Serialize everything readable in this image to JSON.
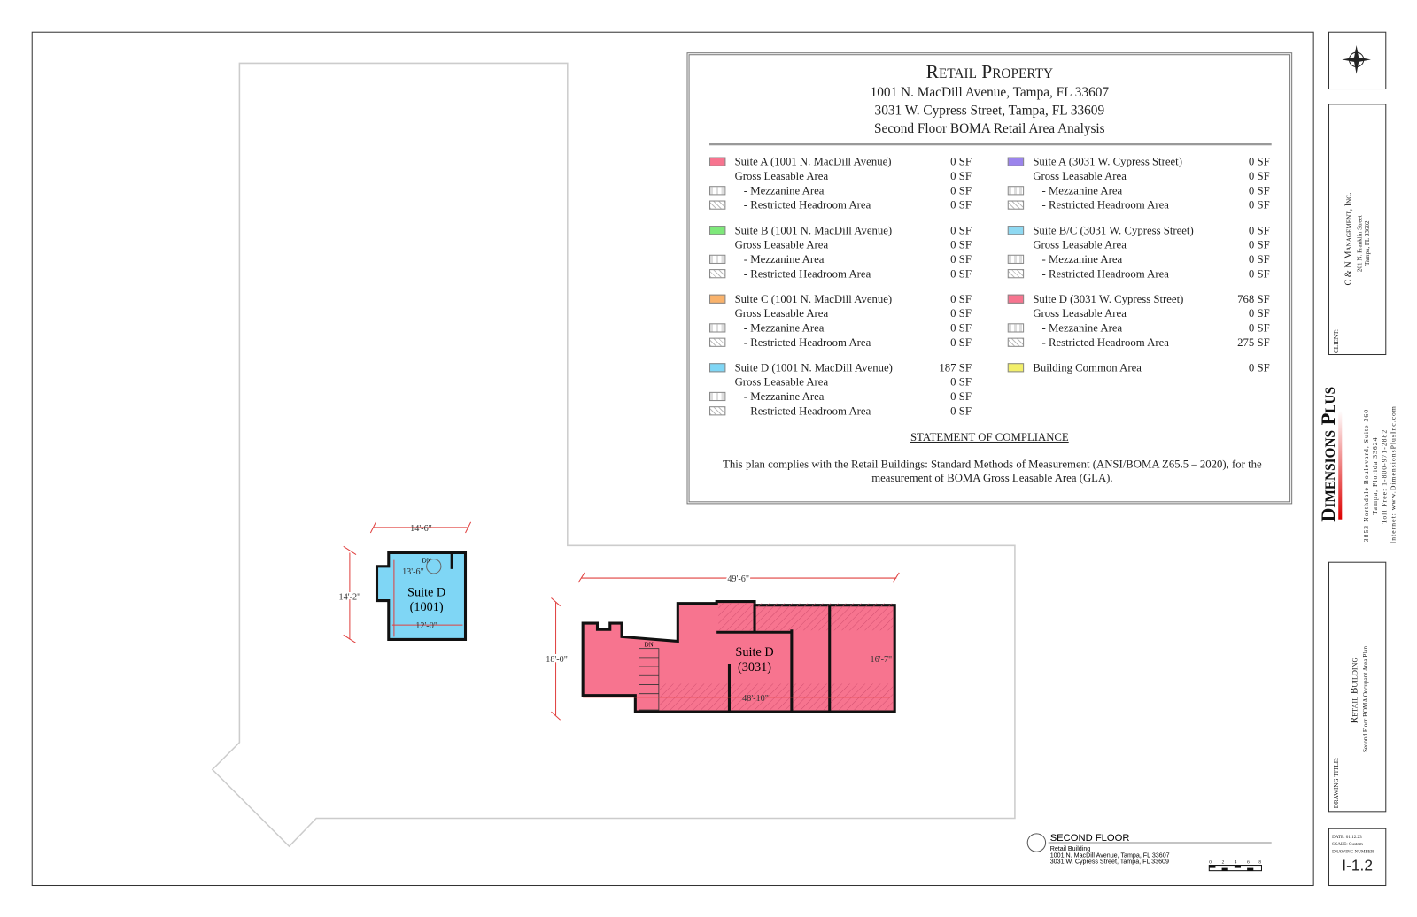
{
  "legend": {
    "title": "Retail Property",
    "address1": "1001 N. MacDill Avenue, Tampa, FL  33607",
    "address2": "3031 W. Cypress Street, Tampa, FL  33609",
    "subtitle": "Second Floor BOMA Retail Area Analysis",
    "columns": [
      [
        {
          "suite": "Suite A (1001 N. MacDill Avenue)",
          "suite_value": "0 SF",
          "color": "#f7748f",
          "gla": "0 SF",
          "mezz": "0 SF",
          "restricted": "0 SF"
        },
        {
          "suite": "Suite B (1001 N. MacDill Avenue)",
          "suite_value": "0 SF",
          "color": "#7ee87a",
          "gla": "0 SF",
          "mezz": "0 SF",
          "restricted": "0 SF"
        },
        {
          "suite": "Suite C (1001 N. MacDill Avenue)",
          "suite_value": "0 SF",
          "color": "#f9b26b",
          "gla": "0 SF",
          "mezz": "0 SF",
          "restricted": "0 SF"
        },
        {
          "suite": "Suite D (1001 N. MacDill Avenue)",
          "suite_value": "187 SF",
          "color": "#7fd6f5",
          "gla": "0 SF",
          "mezz": "0 SF",
          "restricted": "0 SF"
        }
      ],
      [
        {
          "suite": "Suite A (3031 W. Cypress Street)",
          "suite_value": "0 SF",
          "color": "#9b84ec",
          "gla": "0 SF",
          "mezz": "0 SF",
          "restricted": "0 SF"
        },
        {
          "suite": "Suite B/C (3031 W. Cypress Street)",
          "suite_value": "0 SF",
          "color": "#8fd9f2",
          "gla": "0 SF",
          "mezz": "0 SF",
          "restricted": "0 SF"
        },
        {
          "suite": "Suite D (3031 W. Cypress Street)",
          "suite_value": "768 SF",
          "color": "#f7748f",
          "gla": "0 SF",
          "mezz": "0 SF",
          "restricted": "275 SF"
        },
        {
          "suite": "Building Common Area",
          "suite_value": "0 SF",
          "color": "#f2ef6a"
        }
      ]
    ],
    "row_labels": {
      "gla": "Gross Leasable Area",
      "mezz": "-  Mezzanine Area",
      "restricted": "-  Restricted Headroom Area"
    },
    "compliance_heading": "STATEMENT OF COMPLIANCE",
    "compliance_text": "This plan complies with the Retail Buildings: Standard Methods of Measurement (ANSI/BOMA Z65.5 – 2020), for the measurement of BOMA Gross Leasable Area (GLA)."
  },
  "plan": {
    "suite_1001": {
      "label": "Suite D",
      "number": "(1001)",
      "color": "#7fd6f5",
      "dims": {
        "top": "14'-6\"",
        "left": "14'-2\"",
        "inner_v": "13'-6\"",
        "inner_h": "12'-0\""
      },
      "stair": "DN"
    },
    "suite_3031": {
      "label": "Suite D",
      "number": "(3031)",
      "color": "#f7748f",
      "dims": {
        "top": "49'-6\"",
        "left": "18'-0\"",
        "right": "16'-7\"",
        "inner_h": "48'-10\""
      },
      "stair": "DN"
    },
    "dimension_color": "#e0403f"
  },
  "floor_label": {
    "title": "SECOND FLOOR",
    "line1": "Retail Building",
    "line2": "1001 N. MacDill Avenue, Tampa, FL  33607",
    "line3": "3031 W. Cypress Street, Tampa, FL  33609",
    "scale_ticks": [
      "0",
      "2",
      "4",
      "6",
      "8"
    ]
  },
  "title_block": {
    "client_label": "CLIENT:",
    "client_name": "C & N Management, Inc.",
    "client_address1": "201 N. Franklin Street",
    "client_address2": "Tampa, FL  33602",
    "logo_text": "Dimensions Plus",
    "company_address": "3853 Northdale Boulevard, Suite 360",
    "company_city": "Tampa, Florida  33624",
    "company_phone": "Toll Free: 1-800-971-2882",
    "company_web": "Internet: www.DimensionsPlusInc.com",
    "drawing_title_label": "DRAWING TITLE:",
    "drawing_title": "Retail Building",
    "drawing_subtitle": "Second Floor BOMA Occupant Area Plan",
    "date": "DATE: 01.12.23",
    "scale": "SCALE: Custom",
    "drawing_number_label": "DRAWING NUMBER",
    "drawing_number": "I-1.2"
  }
}
